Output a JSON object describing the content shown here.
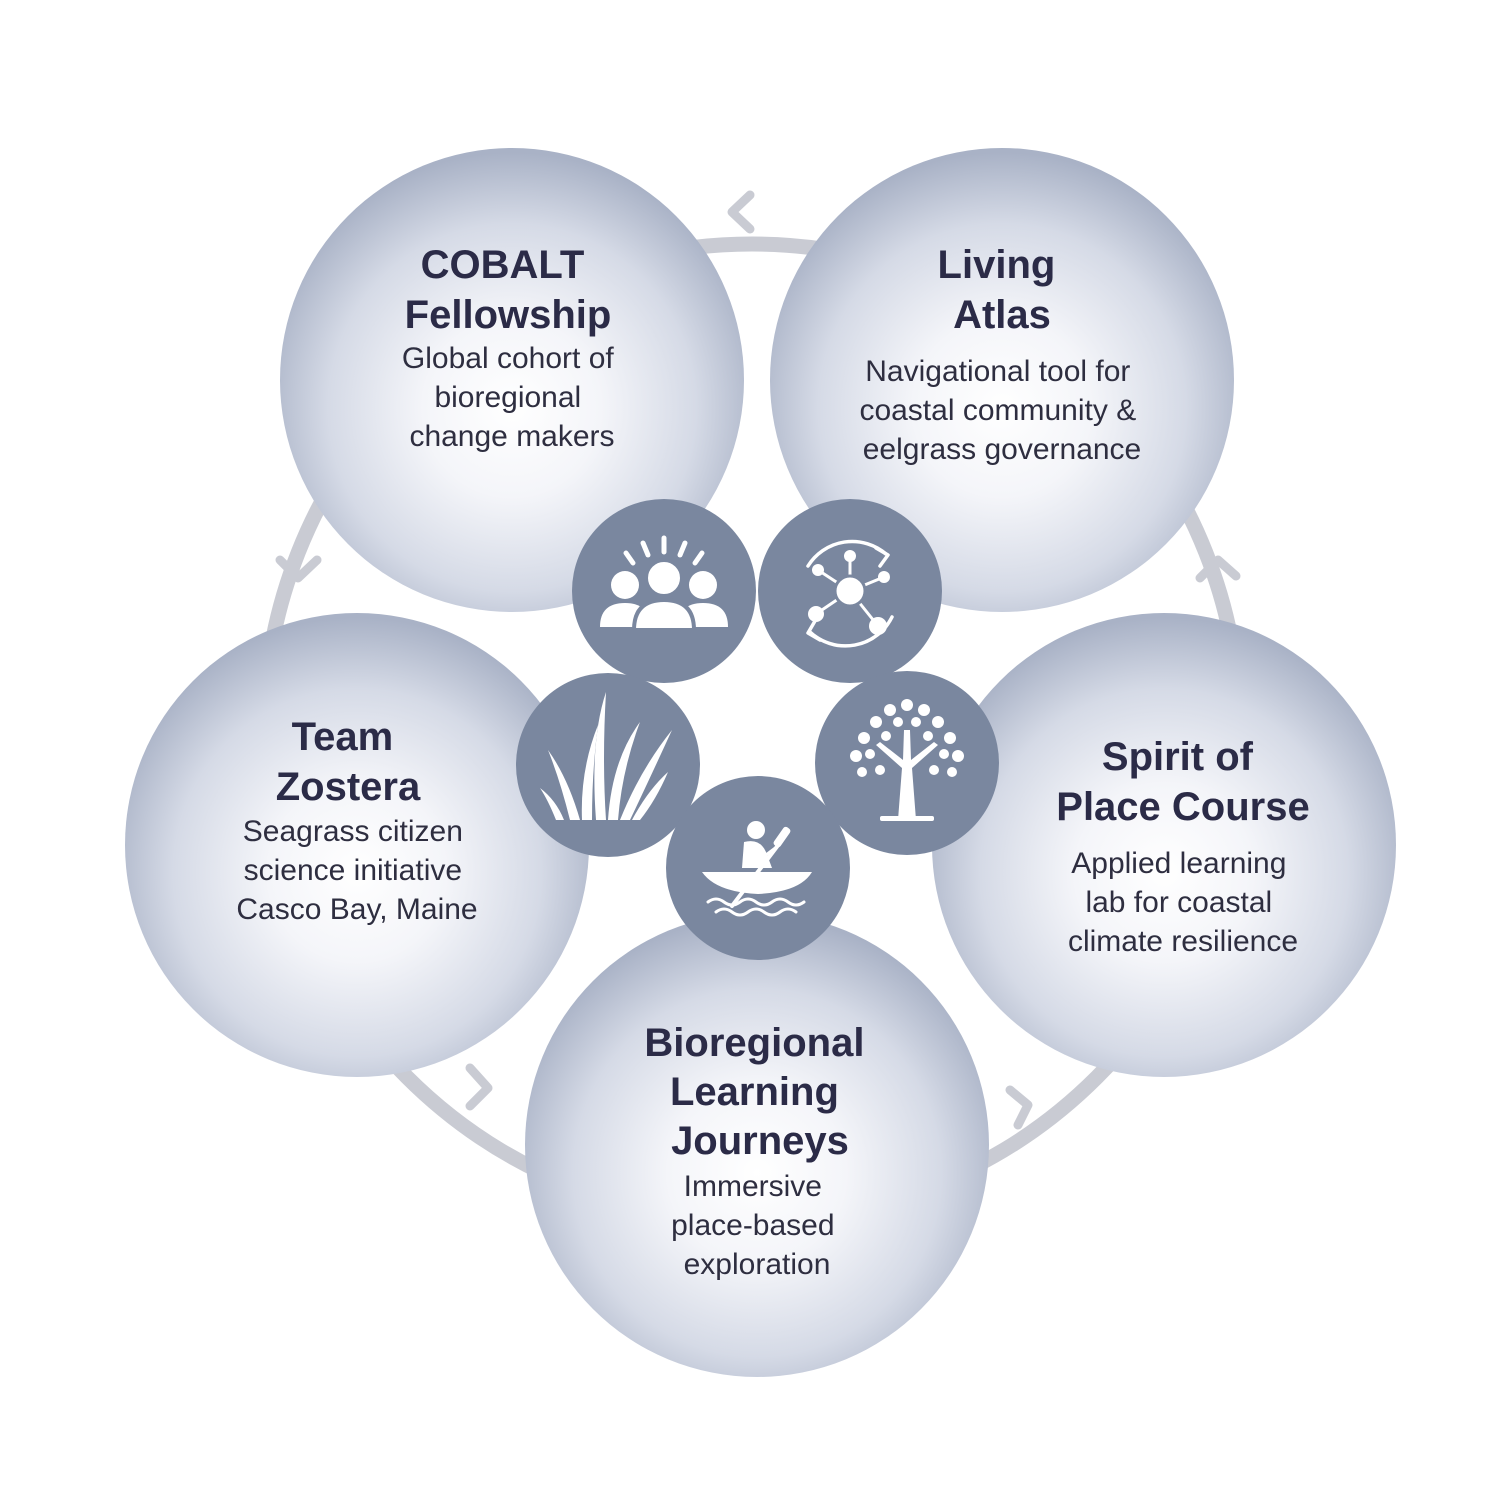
{
  "colors": {
    "bubble_edge": "#a9b2c6",
    "bubble_center": "#ffffff",
    "icon_disc": "#7a879f",
    "ring_arrow": "#c9cbd3",
    "title_text": "#2b2b47",
    "body_text": "#2e2e40"
  },
  "nodes": {
    "cobalt": {
      "title": [
        "COBALT",
        "Fellowship"
      ],
      "desc": [
        "Global cohort of",
        "bioregional",
        "change makers"
      ],
      "icon": "community-people-icon"
    },
    "living_atlas": {
      "title": [
        "Living",
        "Atlas"
      ],
      "desc": [
        "Navigational tool for",
        "coastal community &",
        "eelgrass governance"
      ],
      "icon": "network-cycle-icon"
    },
    "spirit_of_place": {
      "title": [
        "Spirit of",
        "Place Course"
      ],
      "desc": [
        "Applied learning",
        "lab for coastal",
        "climate resilience"
      ],
      "icon": "tree-icon"
    },
    "bioregional_journeys": {
      "title": [
        "Bioregional",
        "Learning",
        "Journeys"
      ],
      "desc": [
        "Immersive",
        "place-based",
        "exploration"
      ],
      "icon": "canoe-paddler-icon"
    },
    "team_zostera": {
      "title": [
        "Team",
        "Zostera"
      ],
      "desc": [
        "Seagrass citizen",
        "science initiative",
        "Casco Bay, Maine"
      ],
      "icon": "seagrass-icon"
    }
  }
}
